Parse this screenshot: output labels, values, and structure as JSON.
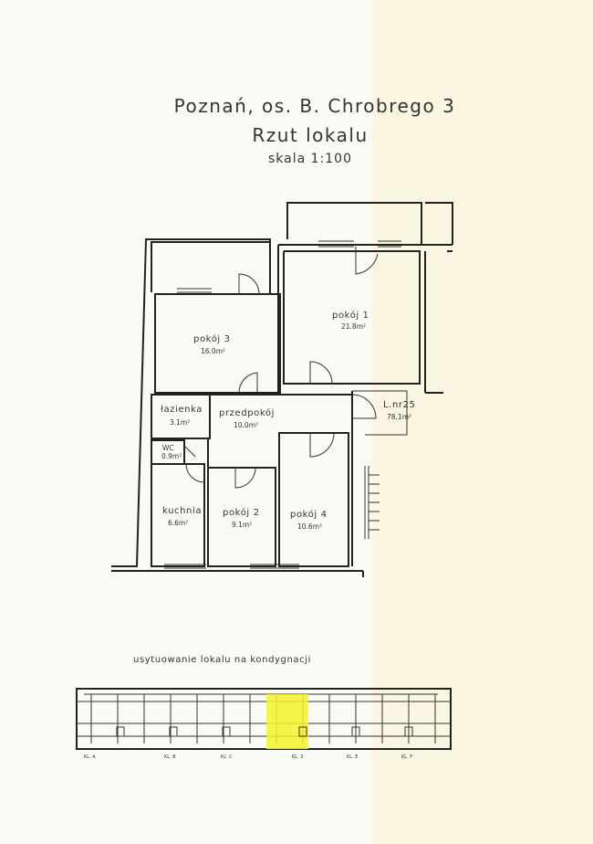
{
  "header": {
    "address": "Poznań, os. B. Chrobrego 3",
    "subtitle": "Rzut lokalu",
    "scale": "skala 1:100"
  },
  "rooms": [
    {
      "name": "pokój 1",
      "area": "21.8m²"
    },
    {
      "name": "pokój 3",
      "area": "16.0m²"
    },
    {
      "name": "łazienka",
      "area": "3.1m²"
    },
    {
      "name": "przedpokój",
      "area": "10.0m²"
    },
    {
      "name": "L.nr25",
      "area": "78.1m²"
    },
    {
      "name": "WC",
      "area": "0.9m²"
    },
    {
      "name": "kuchnia",
      "area": "6.6m²"
    },
    {
      "name": "pokój 2",
      "area": "9.1m²"
    },
    {
      "name": "pokój 4",
      "area": "10.6m²"
    }
  ],
  "location": {
    "caption": "usytuowanie lokalu na kondygnacji",
    "stair_labels": [
      "KL. A",
      "KL. B",
      "KL. C",
      "KL. 3",
      "KL. E",
      "KL. F"
    ],
    "highlight_color": "#f2f22c"
  }
}
